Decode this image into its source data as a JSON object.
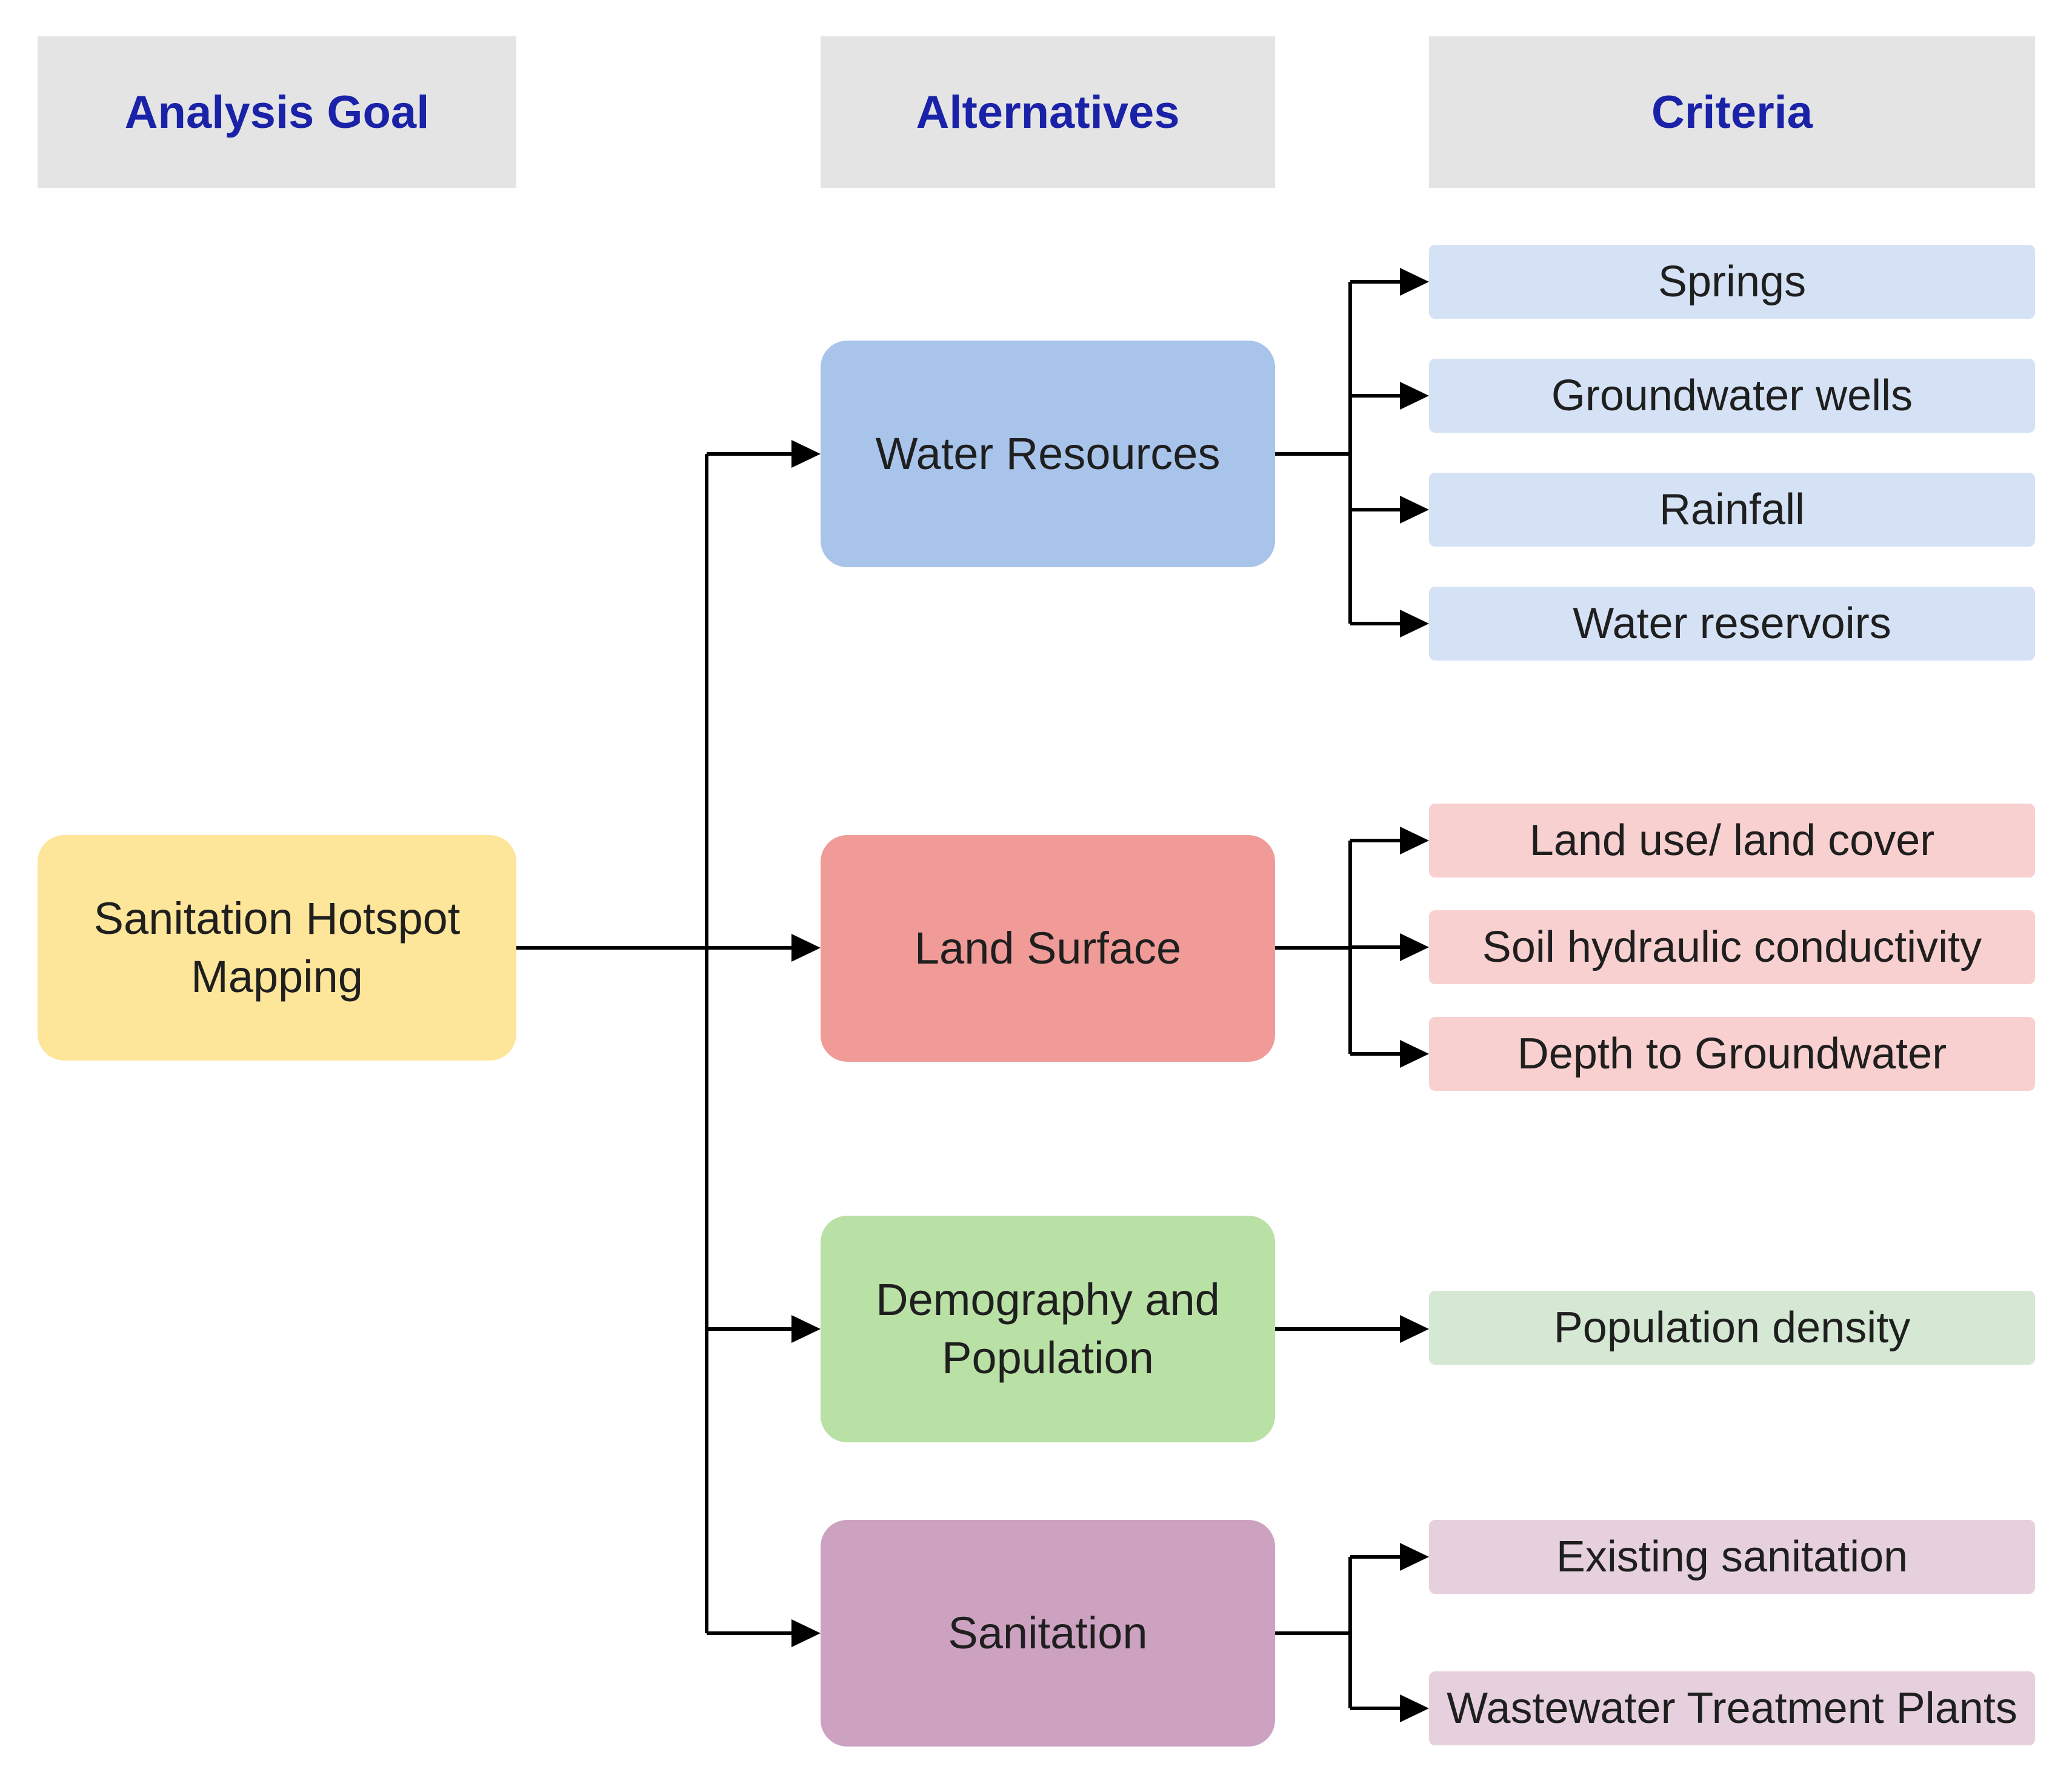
{
  "headers": {
    "goal": "Analysis Goal",
    "alternatives": "Alternatives",
    "criteria": "Criteria"
  },
  "goal": {
    "label": "Sanitation Hotspot Mapping",
    "color": "#fde599"
  },
  "alternatives": [
    {
      "label": "Water Resources",
      "color": "#a8c4ea"
    },
    {
      "label": "Land Surface",
      "color": "#f09b97"
    },
    {
      "label": "Demography and Population",
      "color": "#b9e0a5"
    },
    {
      "label": "Sanitation",
      "color": "#cda2c1"
    }
  ],
  "criteria": [
    {
      "label": "Springs",
      "group": 0,
      "color": "#d5e2f5"
    },
    {
      "label": "Groundwater wells",
      "group": 0,
      "color": "#d5e2f5"
    },
    {
      "label": "Rainfall",
      "group": 0,
      "color": "#d5e2f5"
    },
    {
      "label": "Water reservoirs",
      "group": 0,
      "color": "#d5e2f5"
    },
    {
      "label": "Land use/ land cover",
      "group": 1,
      "color": "#f8d0cf"
    },
    {
      "label": "Soil hydraulic conductivity",
      "group": 1,
      "color": "#f8d0cf"
    },
    {
      "label": "Depth to Groundwater",
      "group": 1,
      "color": "#f8d0cf"
    },
    {
      "label": "Population density",
      "group": 2,
      "color": "#d5e8d4"
    },
    {
      "label": "Existing sanitation",
      "group": 3,
      "color": "#e6d0de"
    },
    {
      "label": "Wastewater Treatment Plants",
      "group": 3,
      "color": "#e6d0de"
    }
  ],
  "colors": {
    "header_bg": "#e4e4e4",
    "header_text": "#1a22a8",
    "connector": "#000000"
  }
}
